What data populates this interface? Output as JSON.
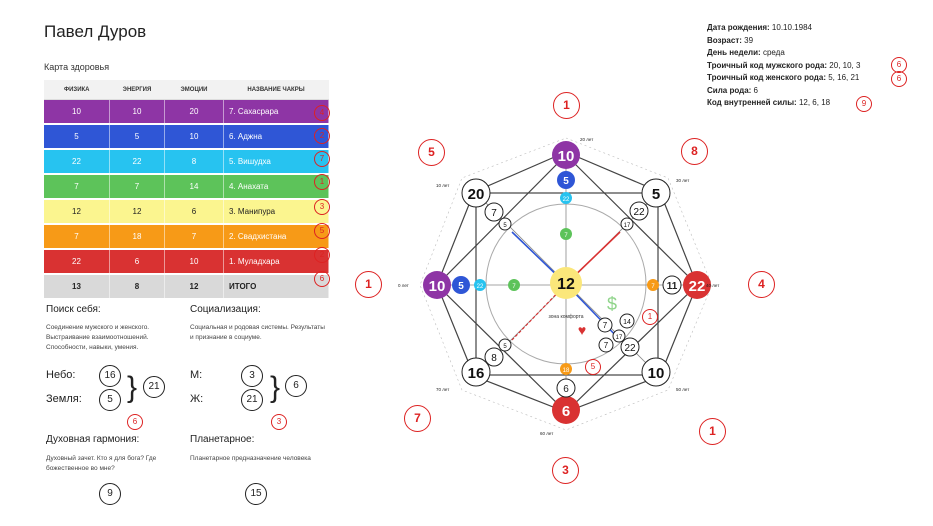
{
  "person_name": "Павел Дуров",
  "health_map": {
    "title": "Карта здоровья",
    "headers": [
      "ФИЗИКА",
      "ЭНЕРГИЯ",
      "ЭМОЦИИ",
      "НАЗВАНИЕ ЧАКРЫ"
    ],
    "rows": [
      {
        "values": [
          "10",
          "10",
          "20"
        ],
        "name": "7. Сахасрара",
        "total": "4",
        "color": "#8e35a5"
      },
      {
        "values": [
          "5",
          "5",
          "10"
        ],
        "name": "6. Аджна",
        "total": "2",
        "color": "#2f56d6"
      },
      {
        "values": [
          "22",
          "22",
          "8"
        ],
        "name": "5. Вишудха",
        "total": "7",
        "color": "#27c3f0"
      },
      {
        "values": [
          "7",
          "7",
          "14"
        ],
        "name": "4. Анахата",
        "total": "1",
        "color": "#5dc35a"
      },
      {
        "values": [
          "12",
          "12",
          "6"
        ],
        "name": "3. Манипура",
        "total": "3",
        "color": "#fbf58f"
      },
      {
        "values": [
          "7",
          "18",
          "7"
        ],
        "name": "2. Свадхистана",
        "total": "5",
        "color": "#f79a17"
      },
      {
        "values": [
          "22",
          "6",
          "10"
        ],
        "name": "1. Муладхара",
        "total": "2",
        "color": "#d93232"
      }
    ],
    "totals": {
      "values": [
        "13",
        "8",
        "12"
      ],
      "name": "ИТОГО",
      "total": "6"
    }
  },
  "self_search": {
    "title": "Поиск себя:",
    "description": "Соединение мужского и женского. Выстраивание взаимоотношений. Способности, навыки, умения.",
    "sky_label": "Небо:",
    "sky_value": "16",
    "earth_label": "Земля:",
    "earth_value": "5",
    "sum": "21",
    "reduced": "6"
  },
  "socialization": {
    "title": "Социализация:",
    "description": "Социальная и родовая системы. Результаты и признание в социуме.",
    "m_label": "М:",
    "m_value": "3",
    "f_label": "Ж:",
    "f_value": "21",
    "sum": "6",
    "reduced": "3"
  },
  "spiritual": {
    "title": "Духовная гармония:",
    "description": "Духовный зачет. Кто я для бога? Где божественное во мне?",
    "value": "9"
  },
  "planetary": {
    "title": "Планетарное:",
    "description": "Планетарное предназначение человека",
    "value": "15"
  },
  "info": {
    "birth_label": "Дата рождения:",
    "birth_value": "10.10.1984",
    "age_label": "Возраст:",
    "age_value": "39",
    "weekday_label": "День недели:",
    "weekday_value": "среда",
    "male_label": "Троичный код мужского рода:",
    "male_value": "20, 10, 3",
    "male_total": "6",
    "female_label": "Троичный код женского рода:",
    "female_value": "5, 16, 21",
    "female_total": "6",
    "clan_label": "Сила рода:",
    "clan_value": "6",
    "inner_label": "Код внутренней силы:",
    "inner_value": "12, 6, 18",
    "inner_total": "9"
  },
  "matrix": {
    "center": "12",
    "center_caption": "зона комфорта",
    "top": "10",
    "top_2": "5",
    "top_3": "22",
    "top_4": "7",
    "left": "10",
    "left_2": "5",
    "left_3": "22",
    "left_4": "7",
    "right": "22",
    "right_2": "11",
    "right_3": "7",
    "bottom": "6",
    "bottom_2": "6",
    "bottom_3": "18",
    "top_left": "20",
    "top_left_2": "7",
    "top_left_3": "5",
    "top_right": "5",
    "top_right_2": "22",
    "top_right_3": "17",
    "bottom_left": "16",
    "bottom_left_2": "8",
    "bottom_left_3": "5",
    "bottom_right": "10",
    "bottom_right_2": "22",
    "bottom_right_3": "17",
    "money_1": "7",
    "money_2": "14",
    "money_3": "7",
    "age_top": "20 лет",
    "age_right": "40 лет",
    "age_bottom": "60 лет",
    "age_left": "0 лет",
    "age_tr": "30 лет",
    "age_br": "50 лет",
    "age_bl": "70 лет",
    "age_tl": "10 лет",
    "outer_top": "1",
    "outer_tr": "8",
    "outer_right": "4",
    "outer_br": "1",
    "outer_bottom": "3",
    "outer_bl": "7",
    "outer_left": "1",
    "outer_tl": "5",
    "arrow_right": "5",
    "money_red": "1"
  },
  "colors": {
    "purple": "#8e35a5",
    "blue": "#2f56d6",
    "cyan": "#27c3f0",
    "green": "#5dc35a",
    "yellow": "#fbf58f",
    "orange": "#f79a17",
    "red": "#d93232",
    "accent_red": "#d22222"
  }
}
